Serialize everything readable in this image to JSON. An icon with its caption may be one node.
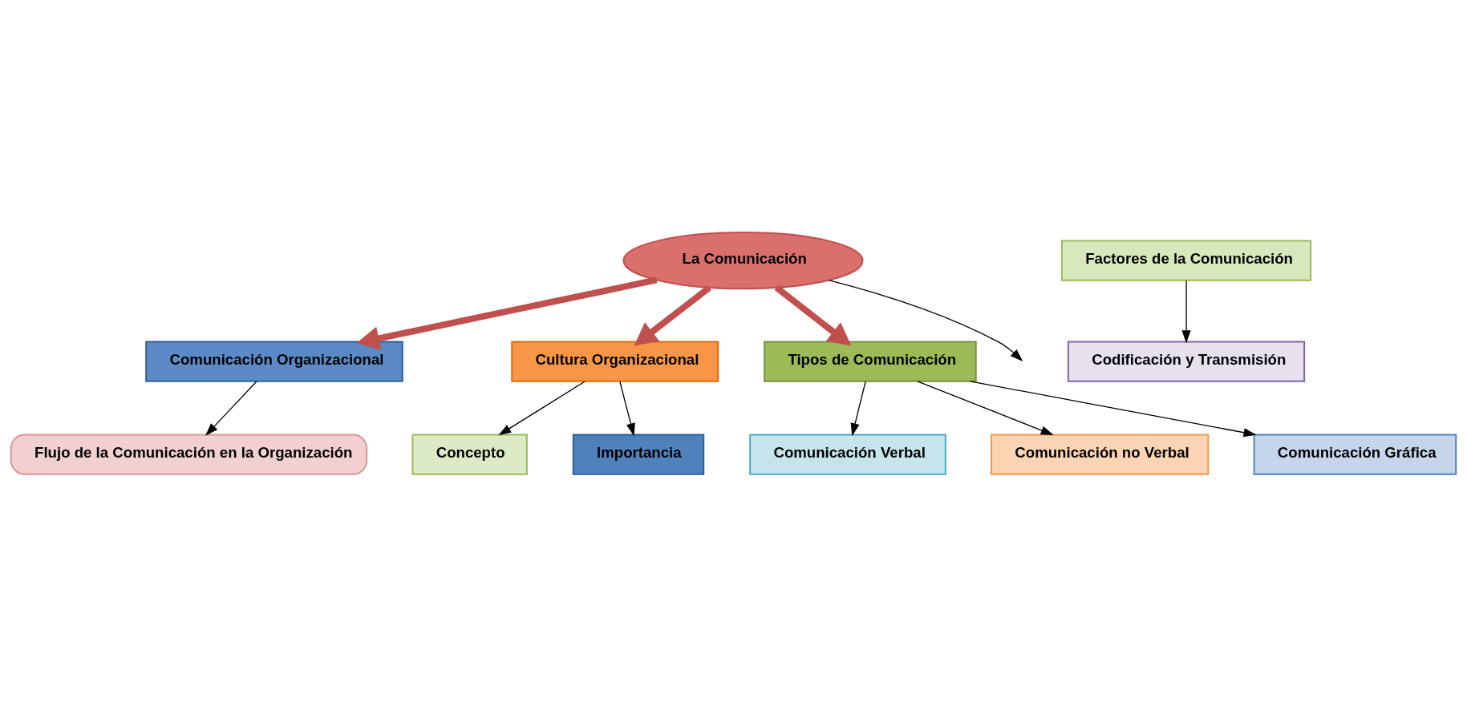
{
  "diagram": {
    "nodes": [
      {
        "text": [
          "La Comunicación"
        ]
      },
      {
        "text": [
          "Comunicación Organizacional"
        ]
      },
      {
        "text": [
          "Flujo de la Comunicación en la Organización"
        ]
      },
      {
        "text": [
          "Factores de la Comunicación"
        ]
      },
      {
        "text": [
          "Codificación y Transmisión"
        ]
      },
      {
        "text": [
          "Cultura Organizacional"
        ]
      },
      {
        "text": [
          "Concepto"
        ]
      },
      {
        "text": [
          "Importancia"
        ]
      },
      {
        "text": [
          "Tipos de Comunicación"
        ]
      },
      {
        "text": [
          "Comunicación Verbal"
        ]
      },
      {
        "text": [
          "Comunicación no Verbal"
        ]
      },
      {
        "text": [
          "Comunicación Gráfica"
        ]
      }
    ],
    "edges": [
      {
        "from": 0,
        "to": 1,
        "arrow": "to",
        "style": "thick",
        "color": "#c0504d"
      },
      {
        "from": 1,
        "to": 2,
        "arrow": "to"
      },
      {
        "from": 0,
        "to": null,
        "arrow": "to"
      },
      {
        "from": 3,
        "to": 4,
        "arrow": "to"
      },
      {
        "from": 0,
        "to": 5,
        "arrow": "to",
        "style": "thick",
        "color": "#c0504d"
      },
      {
        "from": 5,
        "to": 6,
        "arrow": "to"
      },
      {
        "from": 5,
        "to": 7,
        "arrow": "to"
      },
      {
        "from": 0,
        "to": 8,
        "arrow": "to",
        "style": "thick",
        "color": "#c0504d"
      },
      {
        "from": 8,
        "to": 9,
        "arrow": "to"
      },
      {
        "from": 8,
        "to": 10,
        "arrow": "to"
      },
      {
        "from": 8,
        "to": 11,
        "arrow": "to"
      }
    ]
  }
}
